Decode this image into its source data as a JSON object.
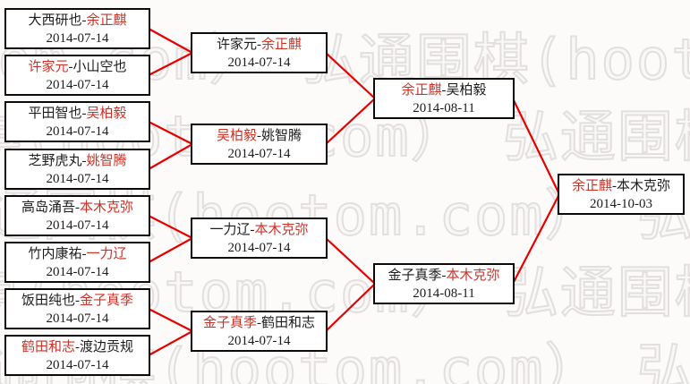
{
  "watermark": {
    "text": "弘通围棋(hootom.com）",
    "tiled_text": "弘通围棋(hootom.com） 弘通围棋(hootom.com） 弘通围棋(hootom.com）",
    "color": "#e2dfde"
  },
  "colors": {
    "winner_name": "#cc3328",
    "connector_line": "#e60000",
    "box_border": "#000000",
    "background": "#fcfbfa"
  },
  "separator": "-",
  "bracket": {
    "rounds": [
      {
        "name": "round-of-16",
        "matches": [
          {
            "p1": "大西研也",
            "p2": "余正麒",
            "winner": "p2",
            "date": "2014-07-14"
          },
          {
            "p1": "许家元",
            "p2": "小山空也",
            "winner": "p1",
            "date": "2014-07-14"
          },
          {
            "p1": "平田智也",
            "p2": "吴柏毅",
            "winner": "p2",
            "date": "2014-07-14"
          },
          {
            "p1": "芝野虎丸",
            "p2": "姚智腾",
            "winner": "p2",
            "date": "2014-07-14"
          },
          {
            "p1": "高岛涌吾",
            "p2": "本木克弥",
            "winner": "p2",
            "date": "2014-07-14"
          },
          {
            "p1": "竹内康祐",
            "p2": "一力辽",
            "winner": "p2",
            "date": "2014-07-14"
          },
          {
            "p1": "饭田纯也",
            "p2": "金子真季",
            "winner": "p2",
            "date": "2014-07-14"
          },
          {
            "p1": "鹤田和志",
            "p2": "渡边贡规",
            "winner": "p1",
            "date": "2014-07-14"
          }
        ]
      },
      {
        "name": "quarterfinals",
        "matches": [
          {
            "p1": "许家元",
            "p2": "余正麒",
            "winner": "p2",
            "date": "2014-07-14"
          },
          {
            "p1": "吴柏毅",
            "p2": "姚智腾",
            "winner": "p1",
            "date": "2014-07-14"
          },
          {
            "p1": "一力辽",
            "p2": "本木克弥",
            "winner": "p2",
            "date": "2014-07-14"
          },
          {
            "p1": "金子真季",
            "p2": "鹤田和志",
            "winner": "p1",
            "date": "2014-07-14"
          }
        ]
      },
      {
        "name": "semifinals",
        "matches": [
          {
            "p1": "余正麒",
            "p2": "吴柏毅",
            "winner": "p1",
            "date": "2014-08-11"
          },
          {
            "p1": "金子真季",
            "p2": "本木克弥",
            "winner": "p2",
            "date": "2014-08-11"
          }
        ]
      },
      {
        "name": "final",
        "matches": [
          {
            "p1": "余正麒",
            "p2": "本木克弥",
            "winner": "p1",
            "date": "2014-10-03"
          }
        ]
      }
    ]
  }
}
